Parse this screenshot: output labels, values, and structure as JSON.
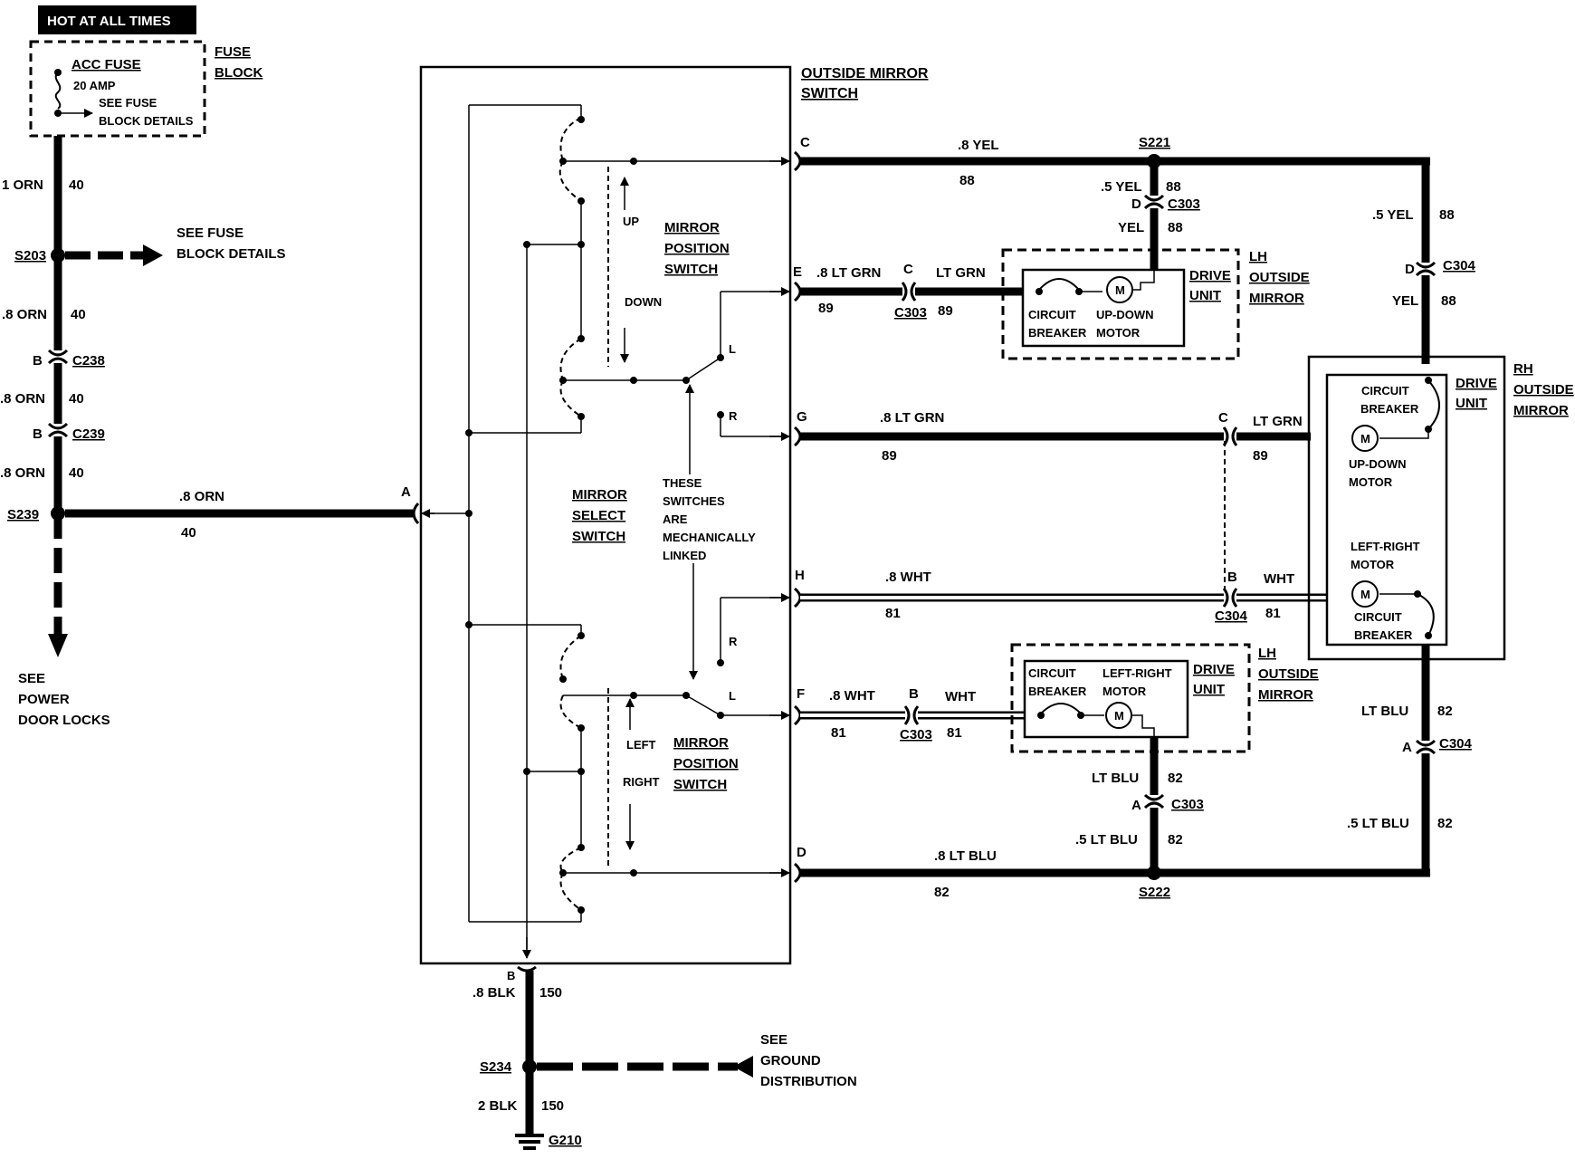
{
  "header": "HOT AT ALL TIMES",
  "fuse_block": {
    "title_line1": "FUSE",
    "title_line2": "BLOCK",
    "fuse_name": "ACC FUSE",
    "fuse_rating": "20 AMP",
    "see_line1": "SEE FUSE",
    "see_line2": "BLOCK DETAILS"
  },
  "left_feed": {
    "wire1_label": "1 ORN",
    "wire1_circuit": "40",
    "s203": "S203",
    "see_fuse1": "SEE FUSE",
    "see_fuse2": "BLOCK DETAILS",
    "wire2_label": ".8 ORN",
    "wire2_circuit": "40",
    "c238_pin": "B",
    "c238": "C238",
    "wire3_label": ".8 ORN",
    "wire3_circuit": "40",
    "c239_pin": "B",
    "c239": "C239",
    "wire4_label": ".8 ORN",
    "wire4_circuit": "40",
    "s239": "S239",
    "see_power1": "SEE",
    "see_power2": "POWER",
    "see_power3": "DOOR LOCKS",
    "feed_wire_label": ".8 ORN",
    "feed_wire_circuit": "40",
    "feed_pin": "A"
  },
  "switch": {
    "title_line1": "OUTSIDE MIRROR",
    "title_line2": "SWITCH",
    "updown_l1": "MIRROR",
    "updown_l2": "POSITION",
    "updown_l3": "SWITCH",
    "up": "UP",
    "down": "DOWN",
    "select_l1": "MIRROR",
    "select_l2": "SELECT",
    "select_l3": "SWITCH",
    "linked_l1": "THESE",
    "linked_l2": "SWITCHES",
    "linked_l3": "ARE",
    "linked_l4": "MECHANICALLY",
    "linked_l5": "LINKED",
    "leftright_l1": "MIRROR",
    "leftright_l2": "POSITION",
    "leftright_l3": "SWITCH",
    "left": "LEFT",
    "right": "RIGHT",
    "l_mark_top": "L",
    "r_mark_top": "R",
    "r_mark_bot": "R",
    "l_mark_bot": "L"
  },
  "wires": {
    "c_pin": "C",
    "c_label": ".8 YEL",
    "c_circuit": "88",
    "s221": "S221",
    "s221_down_label": ".5 YEL",
    "s221_down_circuit": "88",
    "c303_d_pin": "D",
    "c303_d": "C303",
    "yel_label": "YEL",
    "yel_circuit": "88",
    "rh_top_label": ".5 YEL",
    "rh_top_circuit": "88",
    "c304_d_pin": "D",
    "c304_d": "C304",
    "rh_yel_label": "YEL",
    "rh_yel_circuit": "88",
    "e_pin": "E",
    "e_label": ".8 LT GRN",
    "e_circuit": "89",
    "e_c303_pin": "C",
    "e_c303": "C303",
    "e_circuit2": "89",
    "e_lt_grn": "LT GRN",
    "g_pin": "G",
    "g_label": ".8 LT GRN",
    "g_circuit": "89",
    "g_c304_pin": "C",
    "g_lt_grn": "LT GRN",
    "g_circuit2": "89",
    "h_pin": "H",
    "h_label": ".8 WHT",
    "h_circuit": "81",
    "h_c304_pin": "B",
    "h_c304": "C304",
    "h_circuit2": "81",
    "h_wht": "WHT",
    "f_pin": "F",
    "f_label": ".8 WHT",
    "f_circuit": "81",
    "f_c303_pin": "B",
    "f_c303": "C303",
    "f_circuit2": "81",
    "f_wht": "WHT",
    "lh_blu_label": "LT BLU",
    "lh_blu_circuit": "82",
    "c303_a_pin": "A",
    "c303_a": "C303",
    "lh_blu5_label": ".5 LT BLU",
    "lh_blu5_circuit": "82",
    "d_pin": "D",
    "d_label": ".8 LT BLU",
    "d_circuit": "82",
    "s222": "S222",
    "rh_blu_label": "LT BLU",
    "rh_blu_circuit": "82",
    "c304_a_pin": "A",
    "c304_a": "C304",
    "rh_blu5_label": ".5 LT BLU",
    "rh_blu5_circuit": "82"
  },
  "lh_top_unit": {
    "cb_l1": "CIRCUIT",
    "cb_l2": "BREAKER",
    "motor_l1": "UP-DOWN",
    "motor_l2": "MOTOR",
    "m": "M",
    "drive_l1": "DRIVE",
    "drive_l2": "UNIT",
    "lh_l1": "LH",
    "lh_l2": "OUTSIDE",
    "lh_l3": "MIRROR"
  },
  "lh_bot_unit": {
    "cb_l1": "CIRCUIT",
    "cb_l2": "BREAKER",
    "motor_l1": "LEFT-RIGHT",
    "motor_l2": "MOTOR",
    "m": "M",
    "drive_l1": "DRIVE",
    "drive_l2": "UNIT",
    "lh_l1": "LH",
    "lh_l2": "OUTSIDE",
    "lh_l3": "MIRROR"
  },
  "rh_unit": {
    "cb1_l1": "CIRCUIT",
    "cb1_l2": "BREAKER",
    "m1_l1": "UP-DOWN",
    "m1_l2": "MOTOR",
    "m2_l1": "LEFT-RIGHT",
    "m2_l2": "MOTOR",
    "cb2_l1": "CIRCUIT",
    "cb2_l2": "BREAKER",
    "m": "M",
    "drive_l1": "DRIVE",
    "drive_l2": "UNIT",
    "rh_l1": "RH",
    "rh_l2": "OUTSIDE",
    "rh_l3": "MIRROR"
  },
  "ground": {
    "b_pin": "B",
    "wire1_label": ".8 BLK",
    "wire1_circuit": "150",
    "s234": "S234",
    "see_l1": "SEE",
    "see_l2": "GROUND",
    "see_l3": "DISTRIBUTION",
    "wire2_label": "2 BLK",
    "wire2_circuit": "150",
    "g210": "G210"
  }
}
